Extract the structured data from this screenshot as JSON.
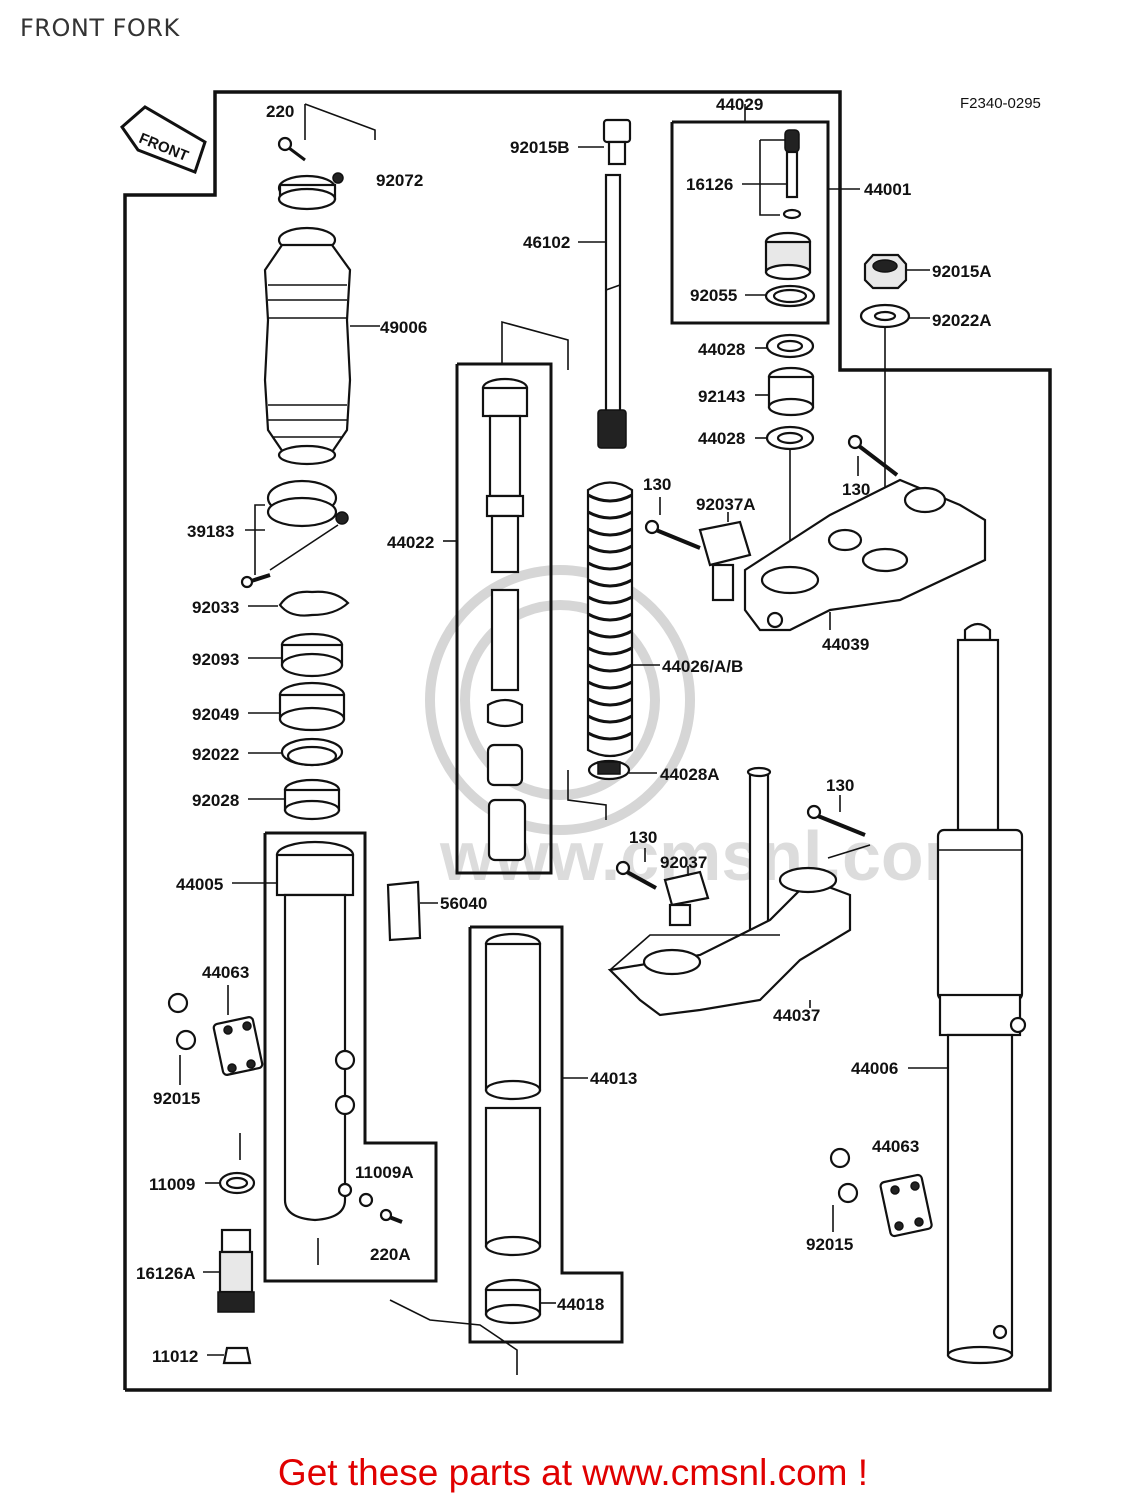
{
  "title": "FRONT FORK",
  "figure_code": "F2340-0295",
  "front_arrow": "FRONT",
  "watermark": "www.cmsnl.com",
  "promo": "Get these parts at www.cmsnl.com !",
  "parts": {
    "p220": "220",
    "p92072": "92072",
    "p49006": "49006",
    "p39183": "39183",
    "p92033": "92033",
    "p92093": "92093",
    "p92049": "92049",
    "p92022": "92022",
    "p92028": "92028",
    "p44005": "44005",
    "p44063a": "44063",
    "p92015a": "92015",
    "p11009": "11009",
    "p16126A": "16126A",
    "p11012": "11012",
    "p92015B": "92015B",
    "p46102": "46102",
    "p44022": "44022",
    "p56040": "56040",
    "p44029": "44029",
    "p16126": "16126",
    "p92055": "92055",
    "p44001": "44001",
    "p92015A": "92015A",
    "p92022A": "92022A",
    "p44028a": "44028",
    "p92143": "92143",
    "p44028b": "44028",
    "p130a": "130",
    "p92037A": "92037A",
    "p130b": "130",
    "p44039": "44039",
    "p44026": "44026/A/B",
    "p44028A": "44028A",
    "p130c": "130",
    "p130d": "130",
    "p92037": "92037",
    "p44037": "44037",
    "p44013": "44013",
    "p44018": "44018",
    "p11009A": "11009A",
    "p220A": "220A",
    "p44006": "44006",
    "p44063b": "44063",
    "p92015b": "92015"
  }
}
